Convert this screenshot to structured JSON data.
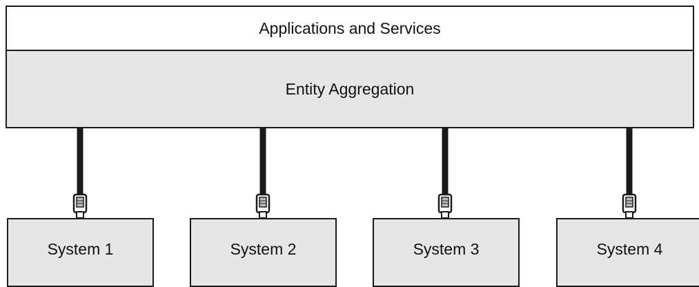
{
  "diagram": {
    "top_layer": {
      "label": "Applications and Services",
      "fill": "#ffffff"
    },
    "middle_layer": {
      "label": "Entity Aggregation",
      "fill": "#e6e6e6"
    },
    "systems": [
      {
        "label": "System 1"
      },
      {
        "label": "System 2"
      },
      {
        "label": "System 3"
      },
      {
        "label": "System 4"
      }
    ],
    "system_fill": "#e6e6e6",
    "connector_color": "#1a1a1a",
    "connector_icon": "cable-plug-icon"
  }
}
